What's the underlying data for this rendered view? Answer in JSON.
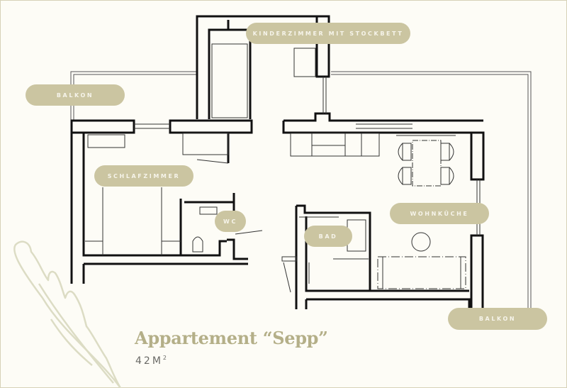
{
  "plan": {
    "title": "Appartement “Sepp”",
    "area_value": "42",
    "area_unit": "M",
    "area_exp": "2",
    "colors": {
      "background": "#fdfcf6",
      "label_fill": "#cbc5a1",
      "label_text": "#f6f4ea",
      "title": "#b4af88",
      "wall": "#111111",
      "feather": "#dcdcc4"
    }
  },
  "rooms": [
    {
      "id": "kinderzimmer",
      "label": "KINDERZIMMER MIT STOCKBETT"
    },
    {
      "id": "balkon-left",
      "label": "BALKON"
    },
    {
      "id": "schlafzimmer",
      "label": "SCHLAFZIMMER"
    },
    {
      "id": "wc",
      "label": "WC"
    },
    {
      "id": "bad",
      "label": "BAD"
    },
    {
      "id": "wohnkueche",
      "label": "WOHNKÜCHE"
    },
    {
      "id": "balkon-right",
      "label": "BALKON"
    }
  ]
}
